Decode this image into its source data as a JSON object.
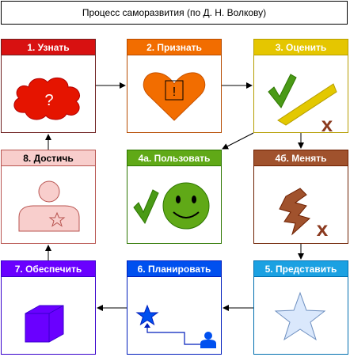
{
  "title": "Процесс саморазвития (по Д. Н. Волкову)",
  "steps": {
    "s1": "1. Узнать",
    "s2": "2. Признать",
    "s3": "3. Оценить",
    "s4a": "4а. Пользовать",
    "s4b": "4б. Менять",
    "s5": "5. Представить",
    "s6": "6. Планировать",
    "s7": "7. Обеспечить",
    "s8": "8. Достичь"
  },
  "icons": {
    "question": "?",
    "exclamation": "!",
    "cross": "x"
  },
  "colors": {
    "red": "#d81111",
    "orange": "#f26d00",
    "yellow": "#e5c600",
    "green": "#60a917",
    "brown": "#a0522d",
    "lightblue": "#1ba1e2",
    "blue": "#0050ef",
    "violet": "#6a00ff",
    "pink": "#f8cecc"
  }
}
